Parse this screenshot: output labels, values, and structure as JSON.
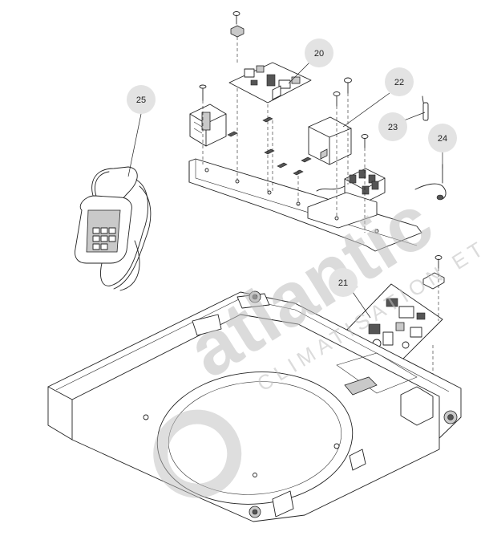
{
  "callouts": {
    "c20": "20",
    "c21": "21",
    "c22": "22",
    "c23": "23",
    "c24": "24",
    "c25": "25"
  },
  "watermark": {
    "brand": "atlantic",
    "tagline": "CLIMATISATION ET VENTILATION"
  }
}
